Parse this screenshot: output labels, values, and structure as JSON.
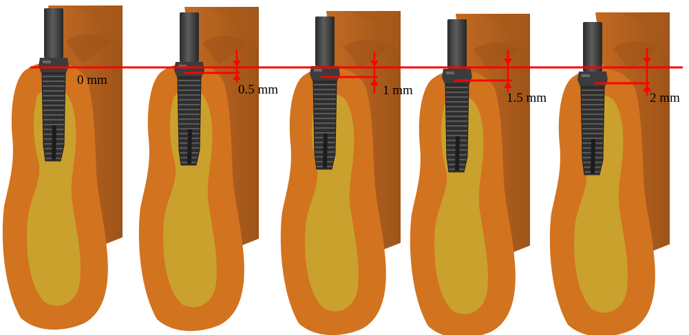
{
  "panels": [
    {
      "id": "p0",
      "depth_label": "0 mm"
    },
    {
      "id": "p1",
      "depth_label": "0.5 mm"
    },
    {
      "id": "p2",
      "depth_label": "1 mm"
    },
    {
      "id": "p3",
      "depth_label": "1.5 mm"
    },
    {
      "id": "p4",
      "depth_label": "2 mm"
    }
  ],
  "colors": {
    "soft_tissue_back": "#B5651D",
    "soft_tissue_shade": "#A0561A",
    "cortical_bone": "#D2731F",
    "cancellous_bone": "#C9A12C",
    "implant_dark": "#2E2E2E",
    "implant_mid": "#474747",
    "implant_highlight": "#6A6A6A",
    "reference_line": "#FF0000"
  }
}
